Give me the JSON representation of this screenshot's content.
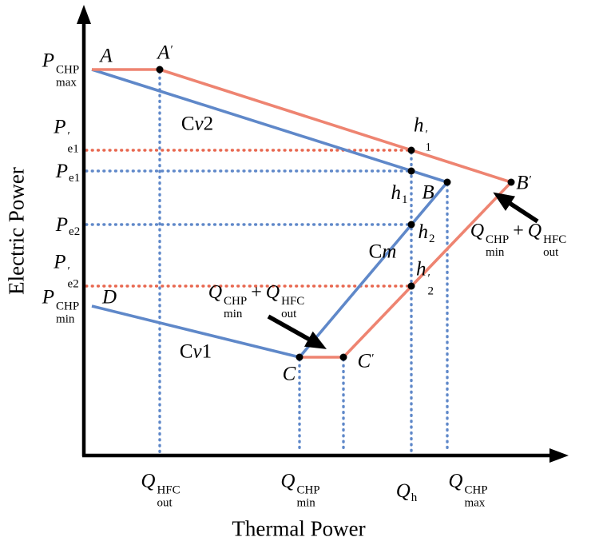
{
  "colors": {
    "blue": "#5f88c9",
    "blue_dotted": "#5f88c9",
    "red": "#ee8471",
    "red_dotted": "#e8674f",
    "black": "#000000"
  },
  "axes": {
    "x_title": "Thermal Power",
    "y_title": "Electric Power"
  },
  "labels": {
    "p_max": {
      "base": "P",
      "sup": "CHP",
      "sub": "max"
    },
    "p_e1_prime": {
      "base": "P",
      "sup": "′",
      "sub": "e1"
    },
    "p_e1": {
      "base": "P",
      "sub": "e1"
    },
    "p_e2": {
      "base": "P",
      "sub": "e2"
    },
    "p_e2_prime": {
      "base": "P",
      "sup": "′",
      "sub": "e2"
    },
    "p_min": {
      "base": "P",
      "sup": "CHP",
      "sub": "min"
    },
    "q_out": {
      "base": "Q",
      "sup": "HFC",
      "sub": "out"
    },
    "q_min": {
      "base": "Q",
      "sup": "CHP",
      "sub": "min"
    },
    "q_h": {
      "base": "Q",
      "sub": "h"
    },
    "q_max": {
      "base": "Q",
      "sup": "CHP",
      "sub": "max"
    },
    "a": {
      "base": "A"
    },
    "a_prime": {
      "base": "A",
      "sup": "′"
    },
    "b": {
      "base": "B"
    },
    "b_prime": {
      "base": "B",
      "sup": "′"
    },
    "c": {
      "base": "C"
    },
    "c_prime": {
      "base": "C",
      "sup": "′"
    },
    "d": {
      "base": "D"
    },
    "h1": {
      "base": "h",
      "sub": "1"
    },
    "h1_prime": {
      "base": "h",
      "sup": "′",
      "sub": "1"
    },
    "h2": {
      "base": "h",
      "sub": "2"
    },
    "h2_prime": {
      "base": "h",
      "sup": "′",
      "sub": "2"
    },
    "cv2": {
      "pre": "C",
      "it": "v",
      "post": "2"
    },
    "cm": {
      "pre": "C",
      "it": "m",
      "post": ""
    },
    "cv1": {
      "pre": "C",
      "it": "v",
      "post": "1"
    },
    "q_sum": {
      "base1": "Q",
      "sub1": "min",
      "sup1": "CHP",
      "plus": "+",
      "base2": "Q",
      "sub2": "out",
      "sup2": "HFC"
    }
  }
}
